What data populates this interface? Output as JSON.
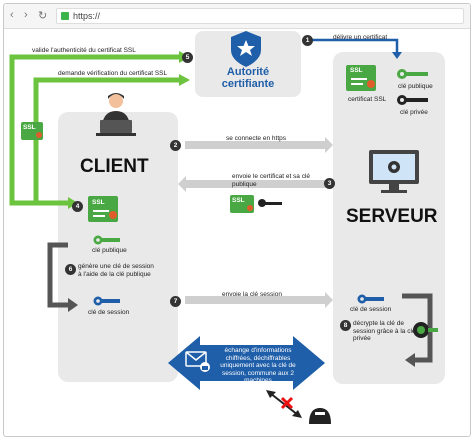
{
  "browser": {
    "url": "https://",
    "back": "‹",
    "forward": "›",
    "reload": "↻"
  },
  "ca": {
    "title_line1": "Autorité",
    "title_line2": "certifiante"
  },
  "client": {
    "title": "CLIENT"
  },
  "server": {
    "title": "SERVEUR"
  },
  "cert_labels": {
    "ssl": "SSL",
    "certificat_ssl": "certificat SSL",
    "cle_publique": "clé publique",
    "cle_privee": "clé privée"
  },
  "steps": [
    {
      "n": "1",
      "text": "délivre un certificat"
    },
    {
      "n": "2",
      "text": "se connecte en https"
    },
    {
      "n": "3",
      "text": "envoie le certificat et sa clé publique"
    },
    {
      "n": "4",
      "text": ""
    },
    {
      "n": "5",
      "text": "valide l'authenticité du certificat SSL"
    },
    {
      "n": "6",
      "text": "génère une clé de session à l'aide de la clé publique"
    },
    {
      "n": "7",
      "text": "envoie la clé session"
    },
    {
      "n": "8",
      "text": "décrypte la clé de session grâce à la clé privée"
    }
  ],
  "request_label": "demande vérification du certificat SSL",
  "client_items": {
    "cle_publique": "clé publique",
    "cle_session": "clé de session"
  },
  "server_items": {
    "cle_session": "clé de session"
  },
  "exchange": "échange d'informations chiffrées, déchiffrables uniquement avec la clé de session, commune aux 2 machines",
  "colors": {
    "green": "#6bc33e",
    "blue": "#1f5ea8",
    "dark": "#333333",
    "gray_arrow": "#cfcfcf",
    "panel": "#e9e9e9"
  },
  "icons": [
    "shield-star-icon",
    "computer-icon",
    "person-icon",
    "certificate-icon",
    "key-icon",
    "lock-icon",
    "hacker-icon",
    "envelope-icon"
  ]
}
